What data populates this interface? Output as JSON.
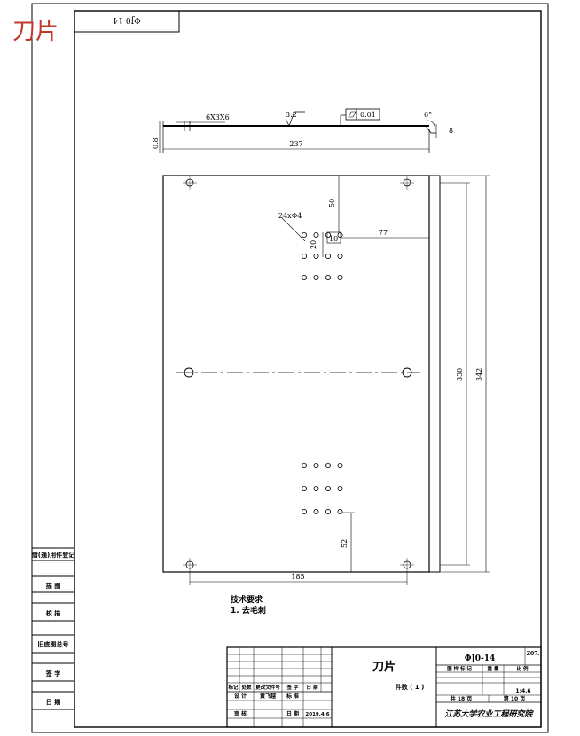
{
  "stamp_label": "刀片",
  "code_box": "ΦJ0-14",
  "dimensions": {
    "slot": "6X3X6",
    "roughness": "3.2",
    "flatness": "0.01",
    "angle": "6°",
    "right_t": "8",
    "thickness": "0.8",
    "total_length": "237",
    "hole_row_dim": "24xΦ4",
    "v50": "50",
    "v20": "20",
    "h10": "10",
    "h77": "77",
    "v330": "330",
    "v342": "342",
    "v52": "52",
    "h185": "185"
  },
  "notes": {
    "title": "技术要求",
    "item1": "1. 去毛刺"
  },
  "left_strip": [
    "借(通)用件登记",
    "描  图",
    "校  描",
    "旧底图总号",
    "签  字",
    "日  期"
  ],
  "title_block": {
    "part_name": "刀片",
    "part_count": "件数 ( 1 )",
    "drawing_no": "ΦJ0-14",
    "material": "Z07.",
    "h_labels": [
      "图 样 标 记",
      "重 量",
      "比 例"
    ],
    "scale": "1:4.6",
    "sheets_total": "共  18  页",
    "sheet_no": "第  10  页",
    "org": "江苏大学农业工程研究院",
    "rev_headers": [
      "标记",
      "处数",
      "更改文件号",
      "签 字",
      "日 期"
    ],
    "designer_label": "设 计",
    "designer": "黄飞越",
    "std_label": "标 准",
    "review_label": "审 核",
    "date_label": "日 期",
    "date_val": "2019.4.6"
  }
}
